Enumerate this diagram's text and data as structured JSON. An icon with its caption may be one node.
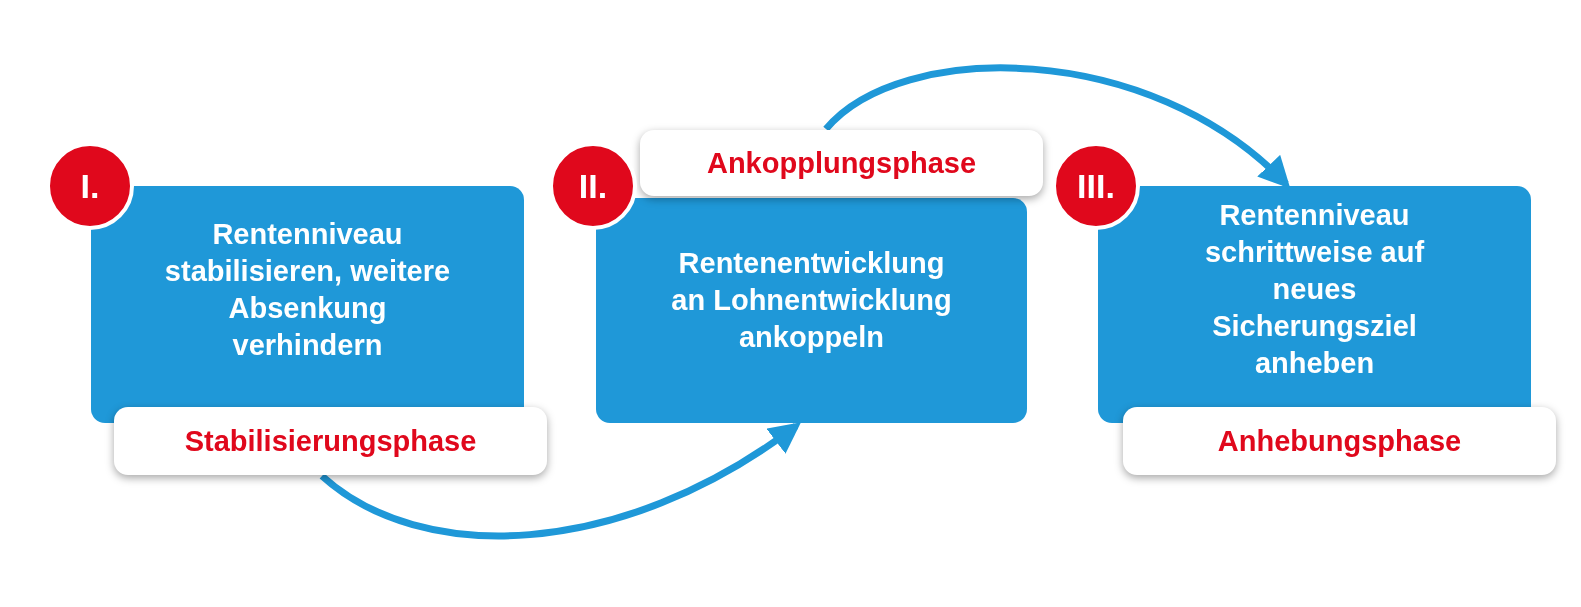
{
  "diagram": {
    "nodes": [
      {
        "text": [
          "I."
        ]
      },
      {
        "text": [
          "Rentenniveau stabilisieren, weitere Absenkung verhindern"
        ]
      },
      {
        "text": [
          "Stabilisierungsphase"
        ]
      },
      {
        "text": [
          "II."
        ]
      },
      {
        "text": [
          "Ankopplungsphase"
        ]
      },
      {
        "text": [
          "Rentenentwicklung an Lohnentwicklung ankoppeln"
        ]
      },
      {
        "text": [
          "III."
        ]
      },
      {
        "text": [
          "Rentenniveau schrittweise auf neues Sicherungsziel anheben"
        ]
      },
      {
        "text": [
          "Anhebungsphase"
        ]
      }
    ],
    "edges": [
      {
        "from": 2,
        "to": 5,
        "arrow": "to"
      },
      {
        "from": 4,
        "to": 7,
        "arrow": "to"
      }
    ]
  }
}
